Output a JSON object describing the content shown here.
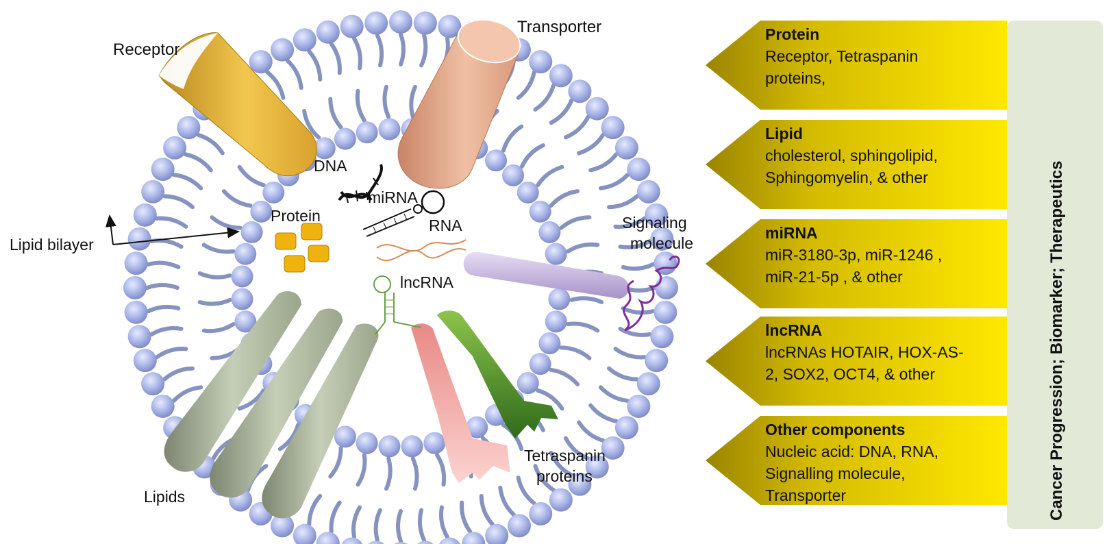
{
  "diagram": {
    "labels": {
      "receptor": "Receptor",
      "transporter": "Transporter",
      "dna": "DNA",
      "mirna": "miRNA",
      "protein": "Protein",
      "rna": "RNA",
      "lncrna": "lncRNA",
      "lipid_bilayer": "Lipid bilayer",
      "signaling_1": "Signaling",
      "signaling_2": "molecule",
      "lipids": "Lipids",
      "tetraspanin_1": "Tetraspanin",
      "tetraspanin_2": "proteins"
    },
    "panels": [
      {
        "title": "Protein",
        "lines": [
          "Receptor, Tetraspanin",
          "proteins,"
        ]
      },
      {
        "title": "Lipid",
        "lines": [
          "cholesterol, sphingolipid,",
          "Sphingomyelin, & other"
        ]
      },
      {
        "title": "miRNA",
        "lines": [
          "miR-3180-3p, miR-1246 ,",
          "miR-21-5p , & other"
        ]
      },
      {
        "title": "lncRNA",
        "lines": [
          "lncRNAs HOTAIR, HOX-AS-",
          "2, SOX2, OCT4, & other"
        ]
      },
      {
        "title": "Other components",
        "lines": [
          "Nucleic acid: DNA, RNA,",
          "Signalling molecule,",
          "Transporter"
        ]
      }
    ],
    "side_label": "Cancer Progression; Biomarker; Therapeutics",
    "colors": {
      "head_bead": "#a9b4e6",
      "tail": "#8693bf",
      "panel_gold_dark": "#b49b00",
      "panel_gold_light": "#ffe600",
      "side_bar": "#e2ead7",
      "receptor": "#e7b43a",
      "transporter": "#e2a889",
      "signaling_rod": "#c9b8de",
      "signaling_coil": "#7a2f9a",
      "lipid_rod": "#a8b39a",
      "tetraspanin_pink": "#f3a5a2",
      "tetraspanin_green": "#4a8a28",
      "protein_blocks": "#f0b20c",
      "lncrna_stroke": "#6aa04a"
    }
  }
}
